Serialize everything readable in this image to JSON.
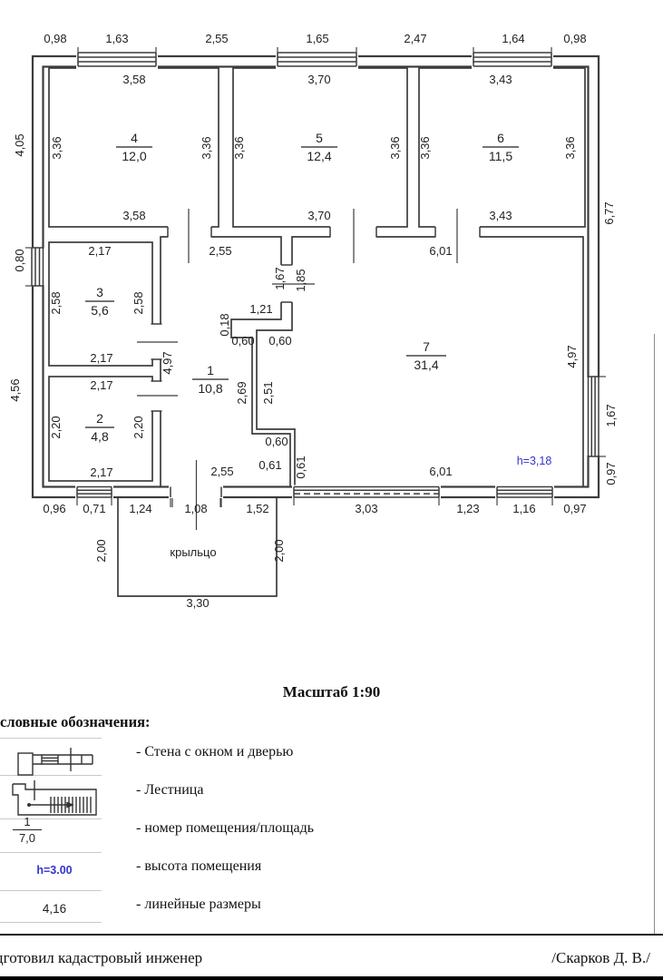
{
  "page": {
    "scale_label": "Масштаб 1:90"
  },
  "plan": {
    "rooms": {
      "r1": {
        "number": "1",
        "area": "10,8"
      },
      "r2": {
        "number": "2",
        "area": "4,8"
      },
      "r3": {
        "number": "3",
        "area": "5,6"
      },
      "r4": {
        "number": "4",
        "area": "12,0"
      },
      "r5": {
        "number": "5",
        "area": "12,4"
      },
      "r6": {
        "number": "6",
        "area": "11,5"
      },
      "r7": {
        "number": "7",
        "area": "31,4"
      }
    },
    "height_note": "h=3,18",
    "porch_label": "крыльцо",
    "dims": {
      "top": [
        "0,98",
        "1,63",
        "2,55",
        "1,65",
        "2,47",
        "1,64",
        "0,98"
      ],
      "bottom": [
        "0,96",
        "0,71",
        "1,24",
        "1,08",
        "1,52",
        "3,03",
        "1,23",
        "1,16",
        "0,97"
      ],
      "left": [
        "4,05",
        "0,80",
        "4,56"
      ],
      "right": [
        "6,77",
        "1,67",
        "0,97"
      ],
      "r4": {
        "top": "3,58",
        "left": "3,36",
        "right": "3,36",
        "bottom": "3,58"
      },
      "r5": {
        "top": "3,70",
        "left": "3,36",
        "right": "3,36",
        "bottom": "3,70"
      },
      "r6": {
        "top": "3,43",
        "left": "3,36",
        "right": "3,36",
        "bottom": "3,43"
      },
      "r3": {
        "top": "2,17",
        "left": "2,58",
        "right": "2,58",
        "bottom": "2,17"
      },
      "r2": {
        "top": "2,17",
        "left": "2,20",
        "right": "2,20",
        "bottom": "2,17"
      },
      "r1": {
        "top": "2,55",
        "left": "4,97",
        "bottom": "2,55",
        "notch": "0,61"
      },
      "r7": {
        "top": "6,01",
        "right": "4,97",
        "bottom": "6,01"
      },
      "shaft": {
        "left_h": "1,67",
        "right_h": "1,85",
        "width": "1,21",
        "step": "0,18",
        "face_left": "0,60",
        "face_right": "0,60",
        "drop_left": "2,69",
        "drop_right": "2,51",
        "bottom_face": "0,60",
        "notch_side": "0,61"
      },
      "porch": {
        "left": "2,00",
        "right": "2,00",
        "bottom": "3,30"
      }
    }
  },
  "legend": {
    "heading": "словные обозначения:",
    "items": [
      {
        "label": "- Стена с окном и дверью"
      },
      {
        "label": "- Лестница"
      },
      {
        "label": "- номер помещения/площадь",
        "symbol_num": "1",
        "symbol_den": "7,0"
      },
      {
        "label": "- высота помещения",
        "symbol_value": "h=3.00"
      },
      {
        "label": "- линейные размеры",
        "symbol_value": "4,16"
      }
    ]
  },
  "footer": {
    "prepared_by": "дготовил кадастровый инженер",
    "signature": "/Скарков Д. В./"
  },
  "colors": {
    "accent_blue": "#3333cc",
    "wall": "#3c3c3c"
  }
}
